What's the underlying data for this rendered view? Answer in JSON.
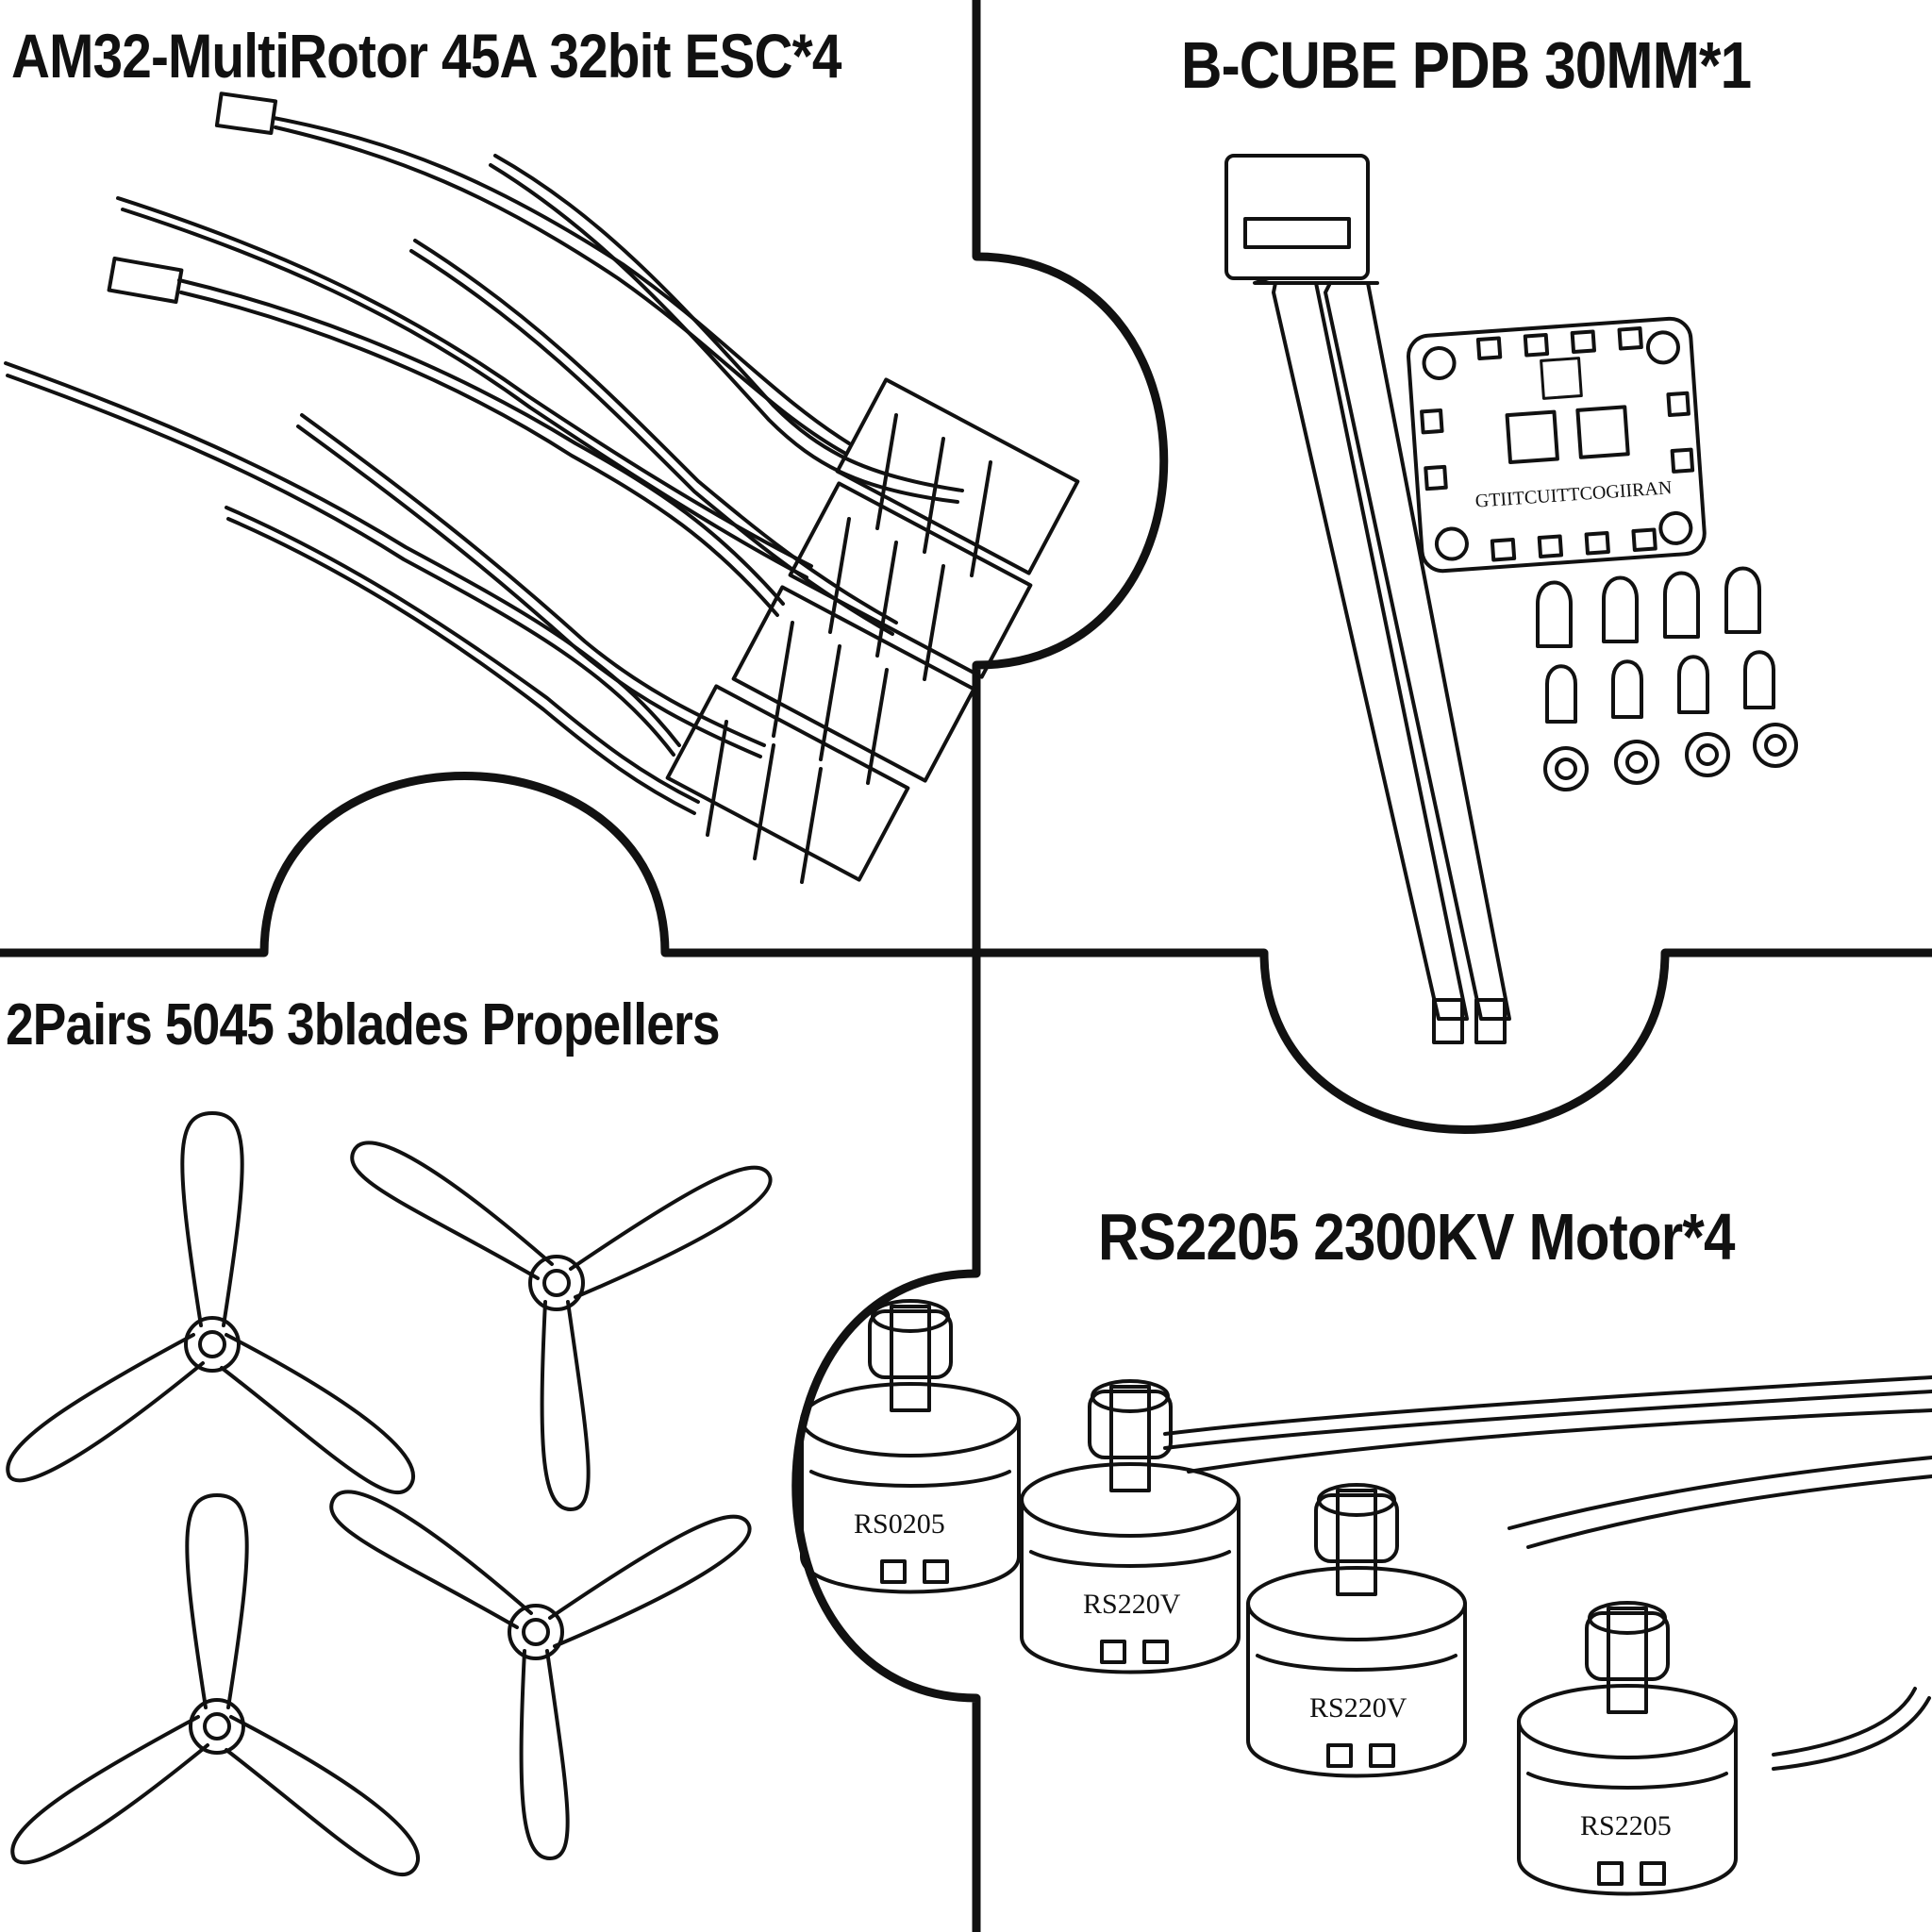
{
  "panels": {
    "esc": {
      "title": "AM32-MultiRotor 45A 32bit ESC*4"
    },
    "pdb": {
      "title": "B-CUBE PDB 30MM*1",
      "board_text": "GTIITCUITTCOGIIRAN"
    },
    "props": {
      "title": "2Pairs 5045 3blades Propellers"
    },
    "motors": {
      "title": "RS2205 2300KV Motor*4",
      "labels": [
        "RS0205",
        "RS220V",
        "RS220V",
        "RS2205"
      ]
    }
  },
  "colors": {
    "line": "#111111",
    "background": "#ffffff"
  }
}
